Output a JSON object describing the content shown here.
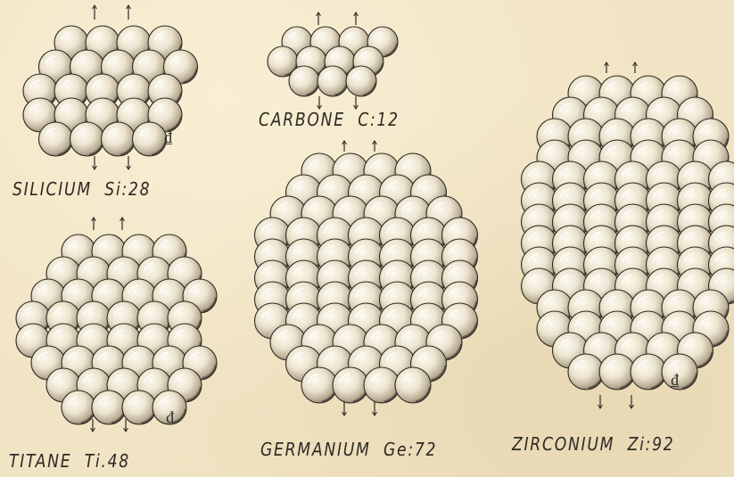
{
  "figure": {
    "elements": [
      {
        "key": "carbone",
        "name": "CARBONE",
        "symbol_mass": "C:12"
      },
      {
        "key": "silicium",
        "name": "SILICIUM",
        "symbol_mass": "Si:28"
      },
      {
        "key": "titane",
        "name": "TITANE",
        "symbol_mass": "Ti.48"
      },
      {
        "key": "germanium",
        "name": "GERMANIUM",
        "symbol_mass": "Ge:72"
      },
      {
        "key": "zirconium",
        "name": "ZIRCONIUM",
        "symbol_mass": "Zi:92"
      }
    ],
    "marks": {
      "monogram": "₫"
    },
    "colors": {
      "paper": "#f1e4c4",
      "ink": "#2e2a24",
      "sphere_light": "#fbf6ea",
      "sphere_shadow": "#8f8470"
    }
  }
}
